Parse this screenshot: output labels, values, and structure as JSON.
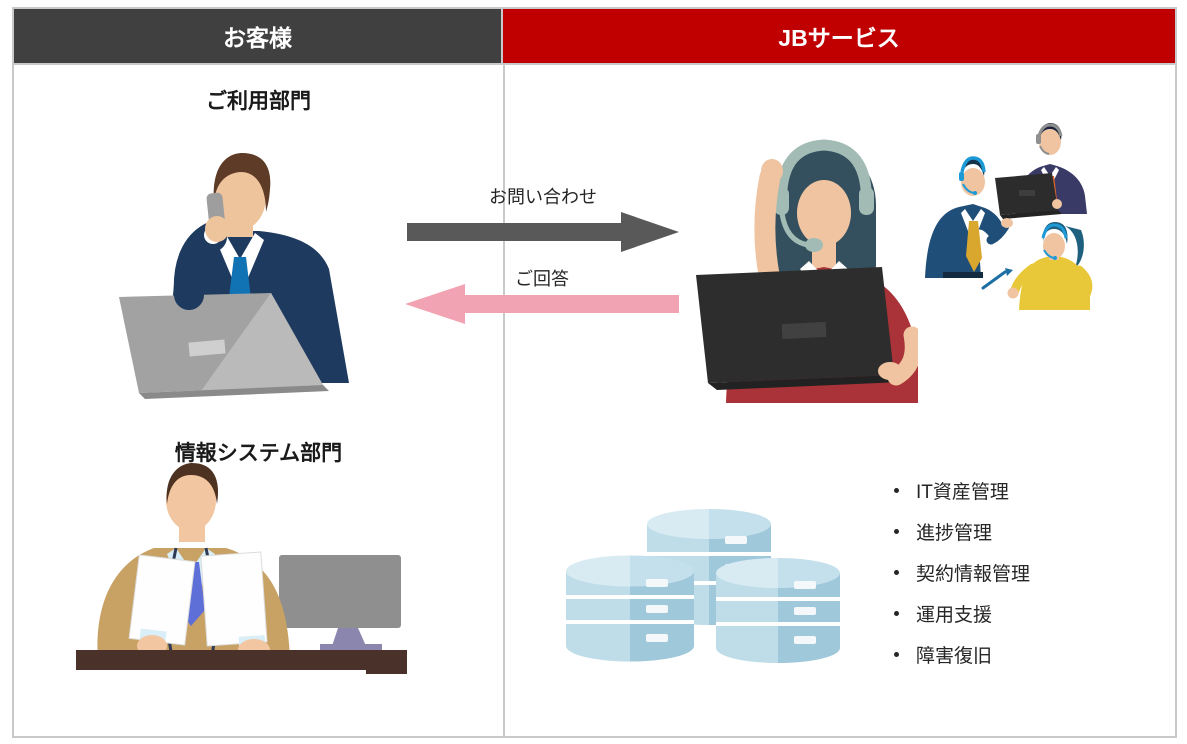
{
  "frame": {
    "border_color": "#c9c9c9",
    "header_text_color": "#ffffff"
  },
  "columns": {
    "customer": {
      "header": "お客様",
      "header_bg": "#404040",
      "sections": [
        {
          "label": "ご利用部門",
          "illustration": "businessman-on-phone-with-laptop"
        },
        {
          "label": "情報システム部門",
          "illustration": "it-staff-at-desk-with-monitor-and-documents"
        }
      ]
    },
    "jb_service": {
      "header": "JBサービス",
      "header_bg": "#c00000",
      "illustrations": [
        "call-center-operator-with-headset-and-laptop",
        "support-team-three-members-with-headsets",
        "database-cluster-three-cylinders"
      ],
      "services": [
        "IT資産管理",
        "進捗管理",
        "契約情報管理",
        "運用支援",
        "障害復旧"
      ]
    }
  },
  "flows": {
    "inquiry": {
      "label": "お問い合わせ",
      "direction": "customer-to-jb",
      "color": "#595959"
    },
    "answer": {
      "label": "ご回答",
      "direction": "jb-to-customer",
      "color": "#f1a3b3"
    }
  }
}
